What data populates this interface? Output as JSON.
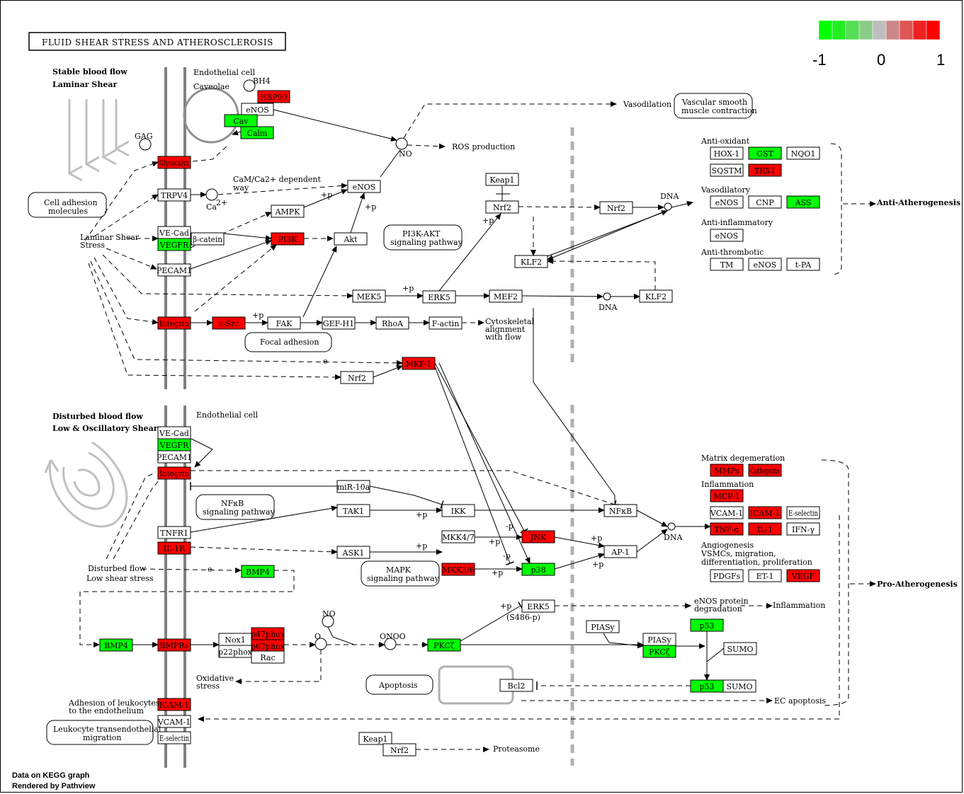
{
  "title": "FLUID SHEAR STRESS AND ATHEROSCLEROSIS",
  "legend": {
    "colors": [
      "#00ff00",
      "#22ee22",
      "#55dd55",
      "#88cc88",
      "#bebebe",
      "#cc8888",
      "#dd5555",
      "#ee2222",
      "#ff0000"
    ],
    "labels": [
      "-1",
      "0",
      "1"
    ]
  },
  "footer": [
    "Data on KEGG graph",
    "Rendered by Pathview"
  ],
  "colors": {
    "up": "#ff0000",
    "down": "#00ff00",
    "none": "#ffffff",
    "membrane": "#808080",
    "flow": "#c0c0c0"
  },
  "genes": {
    "hsp90": "HSP90",
    "enos_top": "eNOS",
    "cav": "Cav",
    "calm": "Calm",
    "glycocalyx": "Glycocalyx",
    "trpv4": "TRPV4",
    "enos_mid": "eNOS",
    "ampk": "AMPK",
    "vecad1": "VE-Cad",
    "vegfr1": "VEGFR",
    "bcatenin": "β-catein",
    "pi3k": "PI3K",
    "akt": "Akt",
    "pecam1a": "PECAM1",
    "mek5": "MEK5",
    "erk5a": "ERK5",
    "mef2": "MEF2",
    "klf2a": "KLF2",
    "klf2b": "KLF2",
    "keap1a": "Keap1",
    "nrf2a": "Nrf2",
    "nrf2b": "Nrf2",
    "integrin1": "Integrin",
    "csrc": "c-Src",
    "fak": "FAK",
    "gefh1": "GEF-H1",
    "rhoa": "RhoA",
    "factin": "F-actin",
    "mkp1": "MKP-1",
    "nrf2c": "Nrf2",
    "hox1": "HOX-1",
    "gst": "GST",
    "nqo1": "NQO1",
    "sqstm": "SQSTM",
    "trx1": "TRX1",
    "enos_r1": "eNOS",
    "cnp": "CNP",
    "ass": "ASS",
    "enos_r2": "eNOS",
    "tm": "TM",
    "enos_r3": "eNOS",
    "tpa": "t-PA",
    "vecad2": "VE-Cad",
    "vegfr2": "VEGFR",
    "pecam1b": "PECAM1",
    "integrin2": "Integrin",
    "mir10a": "miR-10a",
    "tak1": "TAK1",
    "ikk": "IKK",
    "nfkb": "NFκB",
    "tnfr1": "TNFR1",
    "il1r": "IL-1R",
    "ask1": "ASK1",
    "mkk47": "MKK4/7",
    "jnk": "JNK",
    "mkk36": "MKK3/6",
    "p38": "p38",
    "ap1": "AP-1",
    "bmp4a": "BMP4",
    "bmp4b": "BMP4",
    "bmprs": "BMPRs",
    "nox1": "Nox1",
    "p47phox": "p47phox",
    "p22phox": "p22phox",
    "p67phox": "p67phox",
    "rac": "Rac",
    "pkcz1": "PKCζ",
    "erk5b": "ERK5",
    "piasy1": "PIASy",
    "piasy2": "PIASy",
    "pkcz2": "PKCζ",
    "p53a": "p53",
    "sumo1": "SUMO",
    "p53b": "p53",
    "sumo2": "SUMO",
    "bcl2": "Bcl2",
    "icam1a": "ICAM-1",
    "vcam1a": "VCAM-1",
    "eselectin1": "E-selectin",
    "keap1b": "Keap1",
    "nrf2d": "Nrf2",
    "mmps": "MMPs",
    "cathepsins": "Cathepsins",
    "mcp1": "MCP-1",
    "vcam1b": "VCAM-1",
    "icam1b": "ICAM-1",
    "eselectin2": "E-selectin",
    "tnfa": "TNF-α",
    "il1": "IL-1",
    "ifny": "IFN-γ",
    "pdgfs": "PDGFs",
    "et1": "ET-1",
    "vegf": "VEGF"
  },
  "labels": {
    "stable1": "Stable blood flow",
    "stable2": "Laminar Shear",
    "endo1": "Endothelial cell",
    "caveolae": "Caveolae",
    "bh4": "BH4",
    "gag": "GAG",
    "no1": "NO",
    "vasodilation": "Vasodilation",
    "vsm1": "Vascular smooth",
    "vsm2": "muscle contraction",
    "ros": "ROS production",
    "camca1": "CaM/Ca2+ dependent",
    "camca2": "way",
    "ca2": "Ca",
    "cell_adh1": "Cell adhesion",
    "cell_adh2": "molecules",
    "lam1": "Laminar Shear",
    "lam2": "Stress",
    "pi3kakt1": "PI3K-AKT",
    "pi3kakt2": "signaling pathway",
    "cyto1": "Cytoskeletal",
    "cyto2": "alignment",
    "cyto3": "with flow",
    "focal": "Focal adhesion",
    "dna1": "DNA",
    "dna2": "DNA",
    "antiox": "Anti-oxidant",
    "vasodil": "Vasodilatory",
    "antiinf": "Anti-inflammatory",
    "antithr": "Anti-thrombotic",
    "antiath": "Anti-Atherogenesis",
    "disturbed1": "Disturbed blood flow",
    "disturbed2": "Low & Oscillatory Shear",
    "endo2": "Endothelial cell",
    "nfkbpath1": "NFκB",
    "nfkbpath2": "signaling pathway",
    "mapk1": "MAPK",
    "mapk2": "signaling pathway",
    "distflow1": "Disturbed flow",
    "distflow2": "Low shear stress",
    "dna3": "DNA",
    "matrix": "Matrix degemeration",
    "inflam": "Inflammation",
    "angio1": "Angiogenesis",
    "angio2": "VSMCs, migration,",
    "angio3": "differentiation, proliferation",
    "proath": "Pro-Atherogenesis",
    "enosprot1": "eNOS protein",
    "enosprot2": "degradation",
    "inflam2": "Inflammation",
    "s486": "(S486-p)",
    "no2": "NO",
    "onoo": "ONOO",
    "o2": "O",
    "oxstress1": "Oxidative",
    "oxstress2": "stress",
    "apoptosis": "Apoptosis",
    "ecapop": "EC apoptosis",
    "adhleuk1": "Adhesion of leukocytes",
    "adhleuk2": "to the endothelium",
    "leuktrans1": "Leukocyte transendothelial",
    "leuktrans2": "migration",
    "proteasome": "Proteasome"
  },
  "edge_labels": [
    "+p",
    "+p",
    "+p",
    "+p",
    "+p",
    "+p",
    "+p",
    "+p",
    "+p",
    "+p",
    "-p",
    "-p",
    "+p",
    "+p",
    "e",
    "e",
    "+p"
  ]
}
